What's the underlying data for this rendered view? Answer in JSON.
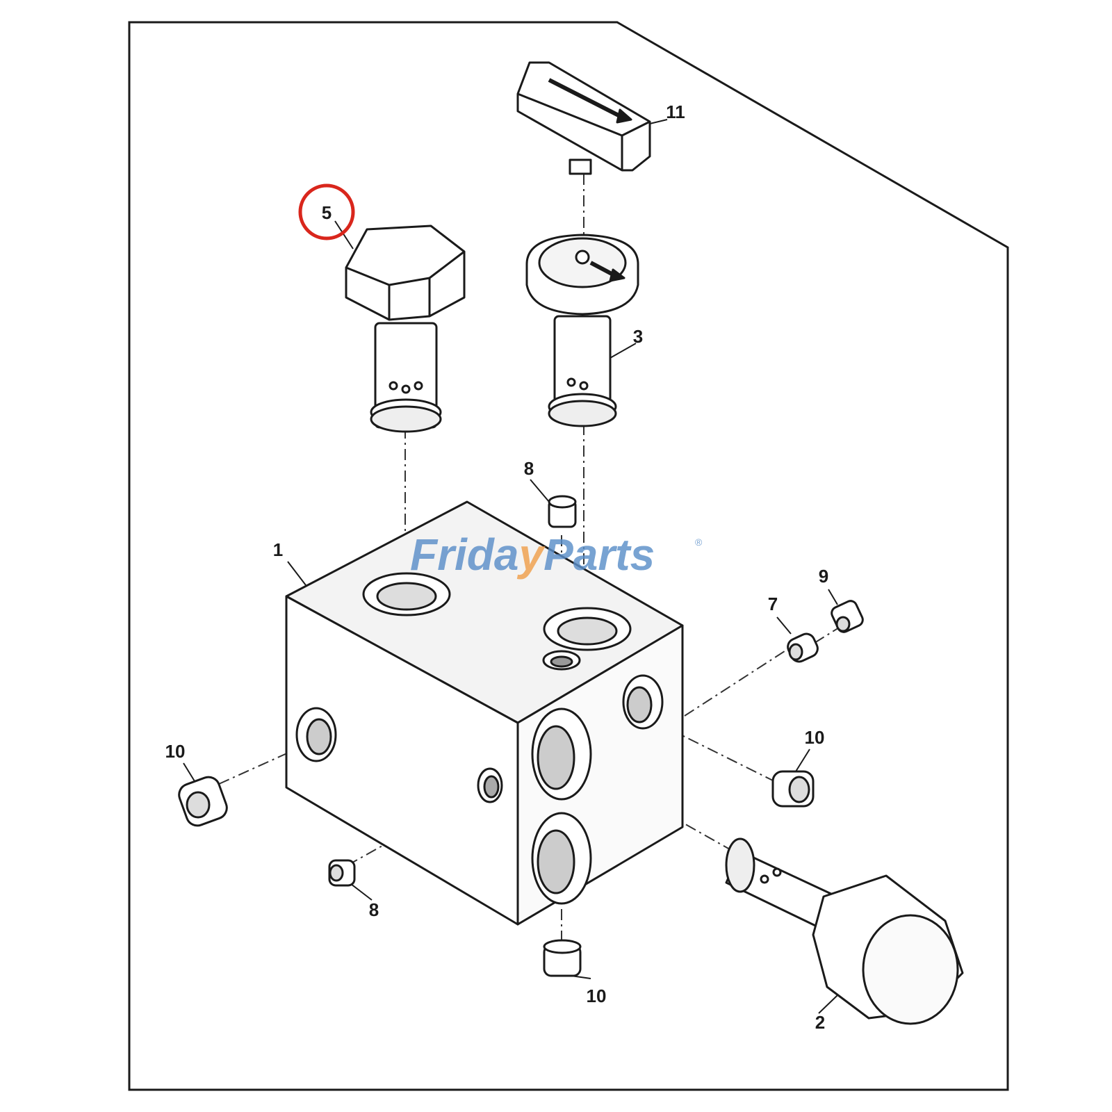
{
  "diagram": {
    "callouts": [
      {
        "id": "c5",
        "text": "5"
      },
      {
        "id": "c11",
        "text": "11"
      },
      {
        "id": "c3",
        "text": "3"
      },
      {
        "id": "c8a",
        "text": "8"
      },
      {
        "id": "c1",
        "text": "1"
      },
      {
        "id": "c9",
        "text": "9"
      },
      {
        "id": "c7",
        "text": "7"
      },
      {
        "id": "c10a",
        "text": "10"
      },
      {
        "id": "c10b",
        "text": "10"
      },
      {
        "id": "c8b",
        "text": "8"
      },
      {
        "id": "c10c",
        "text": "10"
      },
      {
        "id": "c2",
        "text": "2"
      }
    ],
    "highlight_color": "#d9261c"
  },
  "watermark": {
    "part1": "Frida",
    "part2": "y",
    "part3": "Parts",
    "mark": "®",
    "colors": {
      "text": "#5b8fc9",
      "accent": "#f0a04b"
    }
  }
}
